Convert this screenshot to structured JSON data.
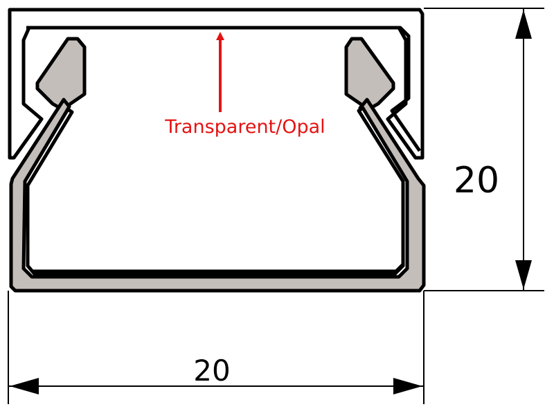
{
  "diagram": {
    "material_label": "Transparent/Opal",
    "height_label": "20",
    "width_label": "20"
  },
  "colors": {
    "outline": "#000000",
    "fill": "#c4bebb",
    "label": "#e41313",
    "arrow": "#e41313",
    "dimension": "#000000"
  }
}
